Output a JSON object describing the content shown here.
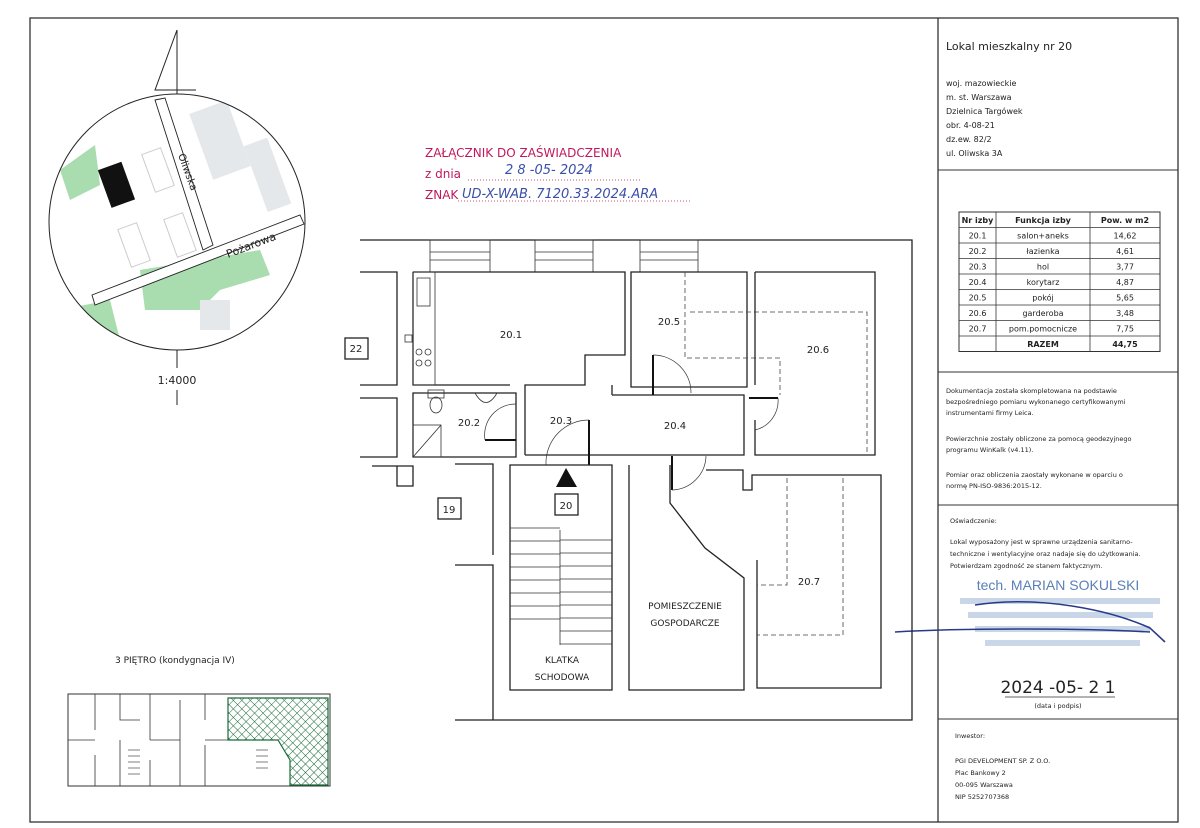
{
  "title": "Lokal mieszkalny nr 20",
  "address": [
    "woj. mazowieckie",
    "m. st. Warszawa",
    "Dzielnica Targówek",
    "obr. 4-08-21",
    "dz.ew. 82/2",
    "ul. Oliwska 3A"
  ],
  "rooms_table": {
    "headers": [
      "Nr izby",
      "Funkcja izby",
      "Pow. w m2"
    ],
    "rows": [
      {
        "nr": "20.1",
        "func": "salon+aneks",
        "area": "14,62"
      },
      {
        "nr": "20.2",
        "func": "łazienka",
        "area": "4,61"
      },
      {
        "nr": "20.3",
        "func": "hol",
        "area": "3,77"
      },
      {
        "nr": "20.4",
        "func": "korytarz",
        "area": "4,87"
      },
      {
        "nr": "20.5",
        "func": "pokój",
        "area": "5,65"
      },
      {
        "nr": "20.6",
        "func": "garderoba",
        "area": "3,48"
      },
      {
        "nr": "20.7",
        "func": "pom.pomocnicze",
        "area": "7,75"
      }
    ],
    "total_label": "RAZEM",
    "total_area": "44,75"
  },
  "notes": [
    [
      "Dokumentacja została skompletowana na podstawie",
      "bezpośredniego pomiaru wykonanego certyfikowanymi",
      "instrumentami firmy Leica."
    ],
    [
      "Powierzchnie zostały obliczone za pomocą geodezyjnego",
      "programu WinKalk (v4.11)."
    ],
    [
      "Pomiar oraz obliczenia zaostały wykonane w oparciu o",
      "normę PN-ISO-9836:2015-12."
    ]
  ],
  "statement": {
    "heading": "Oświadczenie:",
    "lines": [
      "Lokal wyposażony jest w sprawne urządzenia sanitarno-",
      "techniczne i wentylacyjne oraz nadaje się do użytkowania.",
      "Potwierdzam zgodność ze stanem faktycznym."
    ],
    "stamp_name": "tech. MARIAN SOKULSKI",
    "date": "2024 -05- 2 1",
    "date_caption": "(data i podpis)"
  },
  "investor": {
    "heading": "Inwestor:",
    "lines": [
      "PGI DEVELOPMENT SP. Z O.O.",
      "Plac Bankowy 2",
      "00-095 Warszawa",
      "NIP 5252707368"
    ]
  },
  "attachment_stamp": {
    "line1": "ZAŁĄCZNIK DO ZAŚWIADCZENIA",
    "date_label": "z dnia",
    "date_value": "2 8 -05- 2024",
    "sign_label": "ZNAK",
    "sign_value": "UD-X-WAB. 7120.33.2024.ARA"
  },
  "map": {
    "street1": "Oliwska",
    "street2": "Pożarowa",
    "scale": "1:4000"
  },
  "floor_label": "3 PIĘTRO (kondygnacja IV)",
  "plan": {
    "rooms": [
      "20.1",
      "20.2",
      "20.3",
      "20.4",
      "20.5",
      "20.6",
      "20.7"
    ],
    "unit_22": "22",
    "unit_19": "19",
    "unit_20": "20",
    "stairs_line1": "KLATKA",
    "stairs_line2": "SCHODOWA",
    "utility_line1": "POMIESZCZENIE",
    "utility_line2": "GOSPODARCZE"
  }
}
